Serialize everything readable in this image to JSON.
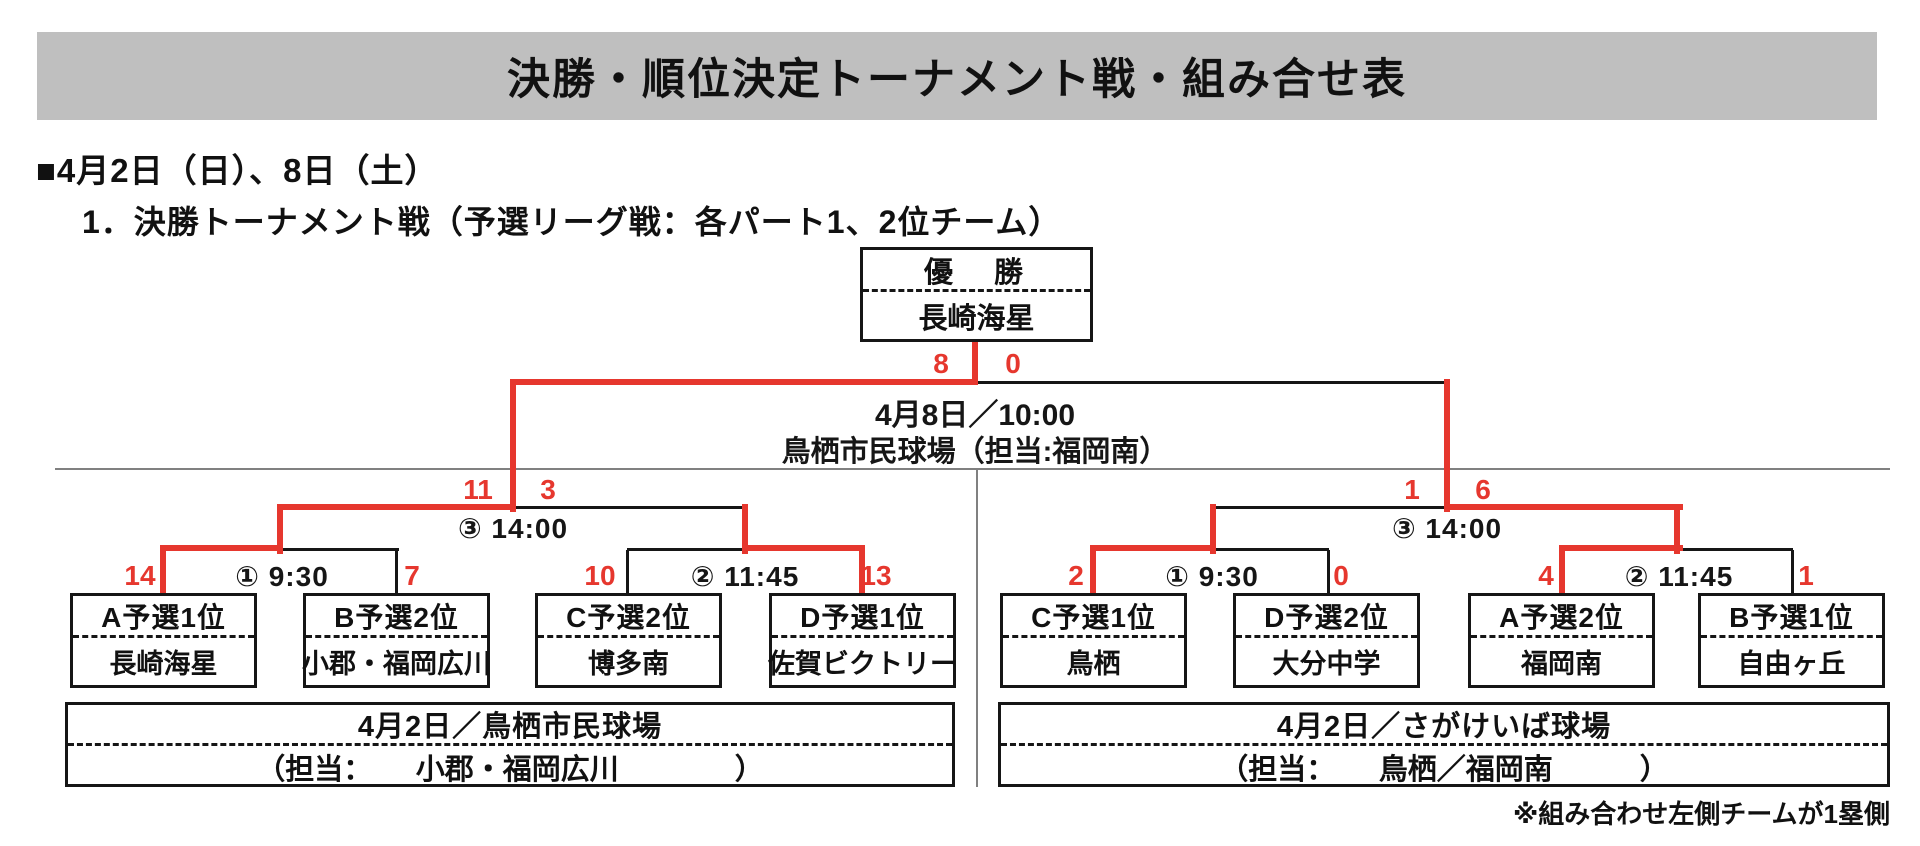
{
  "title": "決勝・順位決定トーナメント戦・組み合せ表",
  "headings": {
    "date_line": "■4月2日（日）、8日（土）",
    "sub_line": "1．決勝トーナメント戦（予選リーグ戦：各パート1、2位チーム）"
  },
  "champion": {
    "label": "優　勝",
    "team": "長崎海星"
  },
  "final": {
    "score_left": "8",
    "score_right": "0",
    "datetime": "4月8日／10:00",
    "venue": "鳥栖市民球場（担当:福岡南）"
  },
  "semifinals": [
    {
      "side": "left",
      "label": "③ 14:00",
      "score_left": "11",
      "score_right": "3"
    },
    {
      "side": "right",
      "label": "③ 14:00",
      "score_left": "1",
      "score_right": "6"
    }
  ],
  "quarterfinals": [
    {
      "side": "left",
      "label": "① 9:30",
      "score_left": "14",
      "score_right": "7"
    },
    {
      "side": "left",
      "label": "② 11:45",
      "score_left": "10",
      "score_right": "13"
    },
    {
      "side": "right",
      "label": "① 9:30",
      "score_left": "2",
      "score_right": "0"
    },
    {
      "side": "right",
      "label": "② 11:45",
      "score_left": "4",
      "score_right": "1"
    }
  ],
  "teams_left": [
    {
      "seed": "A予選1位",
      "name": "長崎海星"
    },
    {
      "seed": "B予選2位",
      "name": "小郡・福岡広川"
    },
    {
      "seed": "C予選2位",
      "name": "博多南"
    },
    {
      "seed": "D予選1位",
      "name": "佐賀ビクトリー"
    }
  ],
  "teams_right": [
    {
      "seed": "C予選1位",
      "name": "鳥栖"
    },
    {
      "seed": "D予選2位",
      "name": "大分中学"
    },
    {
      "seed": "A予選2位",
      "name": "福岡南"
    },
    {
      "seed": "B予選1位",
      "name": "自由ヶ丘"
    }
  ],
  "venues": [
    {
      "side": "left",
      "line1": "4月2日／鳥栖市民球場",
      "line2": "（担当：　　小郡・福岡広川　　　　）"
    },
    {
      "side": "right",
      "line1": "4月2日／さがけいば球場",
      "line2": "（担当：　　鳥栖／福岡南　　　）"
    }
  ],
  "footnote": "※組み合わせ左側チームが1塁側",
  "colors": {
    "accent_red": "#e6372e",
    "title_bg": "#bfbfbf",
    "divider_gray": "#808080"
  }
}
